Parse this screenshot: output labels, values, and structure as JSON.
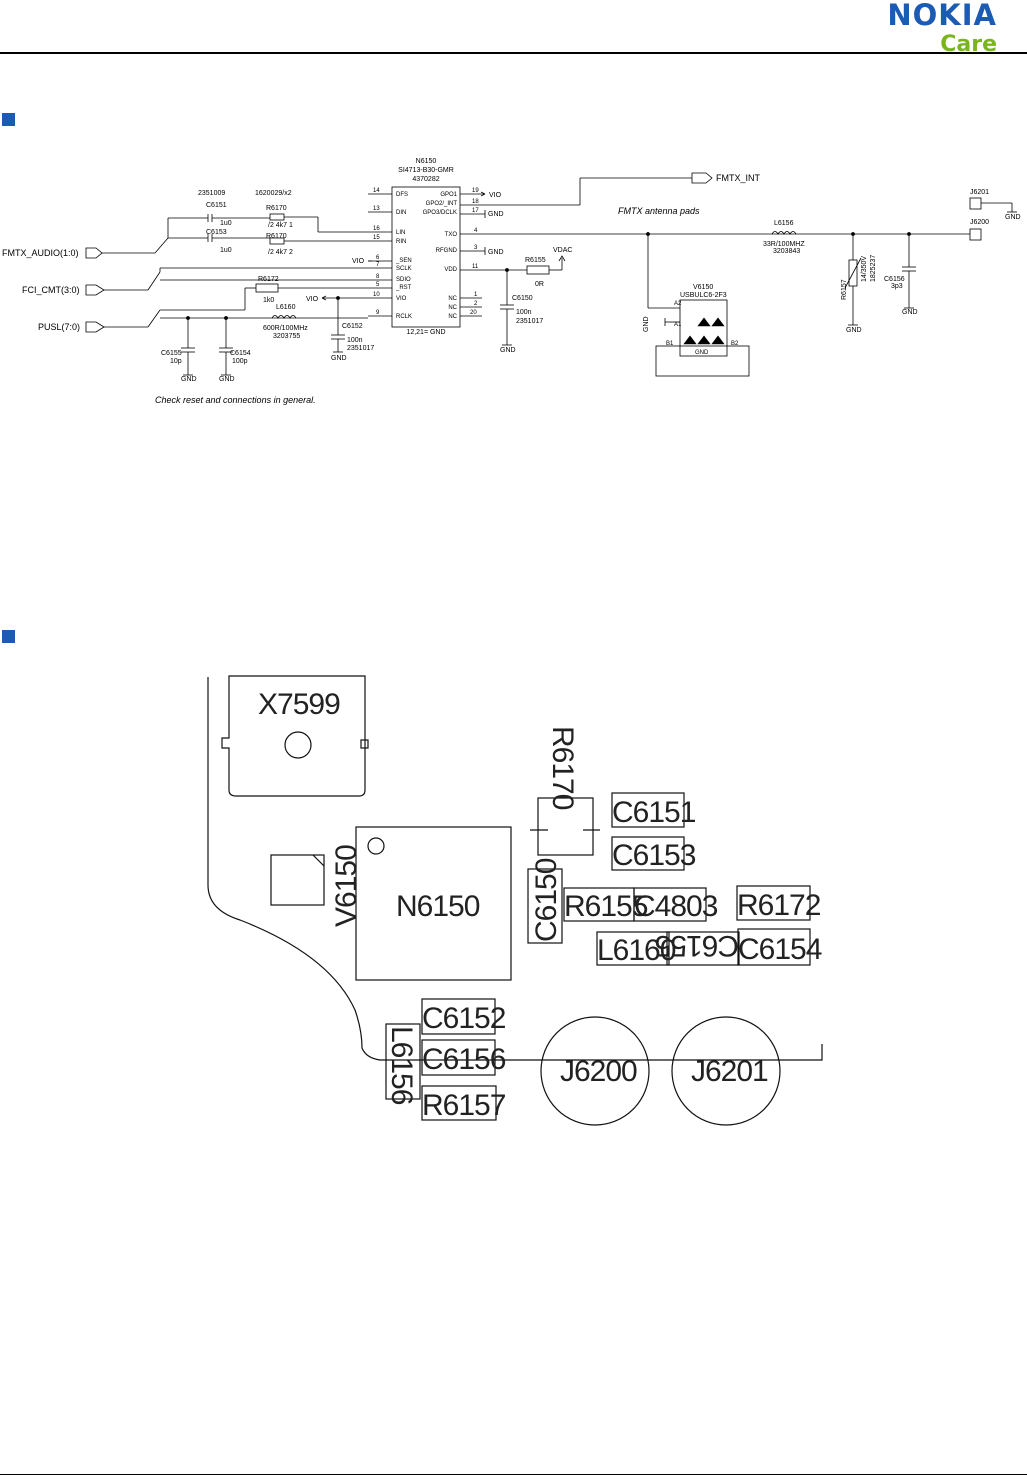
{
  "brand": {
    "name": "NOKIA",
    "tagline": "Care"
  },
  "schematic": {
    "ic": {
      "ref": "N6150",
      "part": "SI4713-B30-GMR",
      "code": "4370282",
      "gnd_pins": "12,21= GND",
      "left_pins": [
        {
          "num": "14",
          "name": "DFS"
        },
        {
          "num": "13",
          "name": "DIN"
        },
        {
          "num": "16",
          "name": "LIN"
        },
        {
          "num": "15",
          "name": "RIN"
        },
        {
          "num": "6",
          "name": "_SEN"
        },
        {
          "num": "7",
          "name": "SCLK"
        },
        {
          "num": "8",
          "name": "SDIO"
        },
        {
          "num": "5",
          "name": "_RST"
        },
        {
          "num": "10",
          "name": "VIO"
        },
        {
          "num": "9",
          "name": "RCLK"
        }
      ],
      "right_pins": [
        {
          "num": "19",
          "name": "GPO1"
        },
        {
          "num": "18",
          "name": "GPO2/_INT"
        },
        {
          "num": "17",
          "name": "GPO3/DCLK"
        },
        {
          "num": "4",
          "name": "TXO"
        },
        {
          "num": "3",
          "name": "RFGND"
        },
        {
          "num": "11",
          "name": "VDD"
        },
        {
          "num": "1",
          "name": "NC"
        },
        {
          "num": "2",
          "name": "NC"
        },
        {
          "num": "20",
          "name": "NC"
        }
      ]
    },
    "ports": {
      "fmtx_audio": "FMTX_AUDIO(1:0)",
      "fci_cmt": "FCI_CMT(3:0)",
      "pusl": "PUSL(7:0)",
      "fmtx_int": "FMTX_INT"
    },
    "nets": {
      "vio": "VIO",
      "gnd": "GND",
      "vdac": "VDAC"
    },
    "components": {
      "c6151": {
        "ref": "C6151",
        "value": "1u0",
        "code": "2351009"
      },
      "c6153": {
        "ref": "C6153",
        "value": "1u0"
      },
      "r6170a": {
        "ref": "R6170",
        "value": "/2 4k7 1",
        "code": "1620029/x2"
      },
      "r6170b": {
        "ref": "R6170",
        "value": "/2 4k7 2"
      },
      "r6172": {
        "ref": "R6172",
        "value": "1k0"
      },
      "l6160": {
        "ref": "L6160",
        "value": "600R/100MHz",
        "code": "3203755"
      },
      "c6152": {
        "ref": "C6152",
        "value": "100n",
        "code": "2351017"
      },
      "c6155": {
        "ref": "C6155",
        "value": "10p"
      },
      "c6154": {
        "ref": "C6154",
        "value": "100p"
      },
      "r6155": {
        "ref": "R6155",
        "value": "0R"
      },
      "c6150": {
        "ref": "C6150",
        "value": "100n",
        "code": "2351017"
      },
      "l6156": {
        "ref": "L6156",
        "value": "33R/100MHZ",
        "code": "3203843"
      },
      "r6157": {
        "ref": "R6157",
        "value": "14/350V",
        "code": "1825237"
      },
      "c6156": {
        "ref": "C6156",
        "value": "3p3"
      },
      "v6150": {
        "ref": "V6150",
        "part": "USBULC6-2F3"
      },
      "j6201": {
        "ref": "J6201"
      },
      "j6200": {
        "ref": "J6200"
      }
    },
    "diode_pins": {
      "a1": "A1",
      "a2": "A2",
      "b1": "B1",
      "b2": "B2",
      "gnd": "GND"
    },
    "antenna_note": "FMTX antenna pads",
    "check_note": "Check reset and connections in general."
  },
  "layout_labels": {
    "x7599": "X7599",
    "r6170": "R6170",
    "c6151": "C6151",
    "c6153": "C6153",
    "n6150": "N6150",
    "v6150": "V6150",
    "c6150": "C6150",
    "r6155": "R6155",
    "c4803": "C4803",
    "r6172": "R6172",
    "l6160": "L6160",
    "c6155": "C6155",
    "c6154": "C6154",
    "c6152": "C6152",
    "c6156": "C6156",
    "l6156": "L6156",
    "r6157": "R6157",
    "j6200": "J6200",
    "j6201": "J6201"
  }
}
